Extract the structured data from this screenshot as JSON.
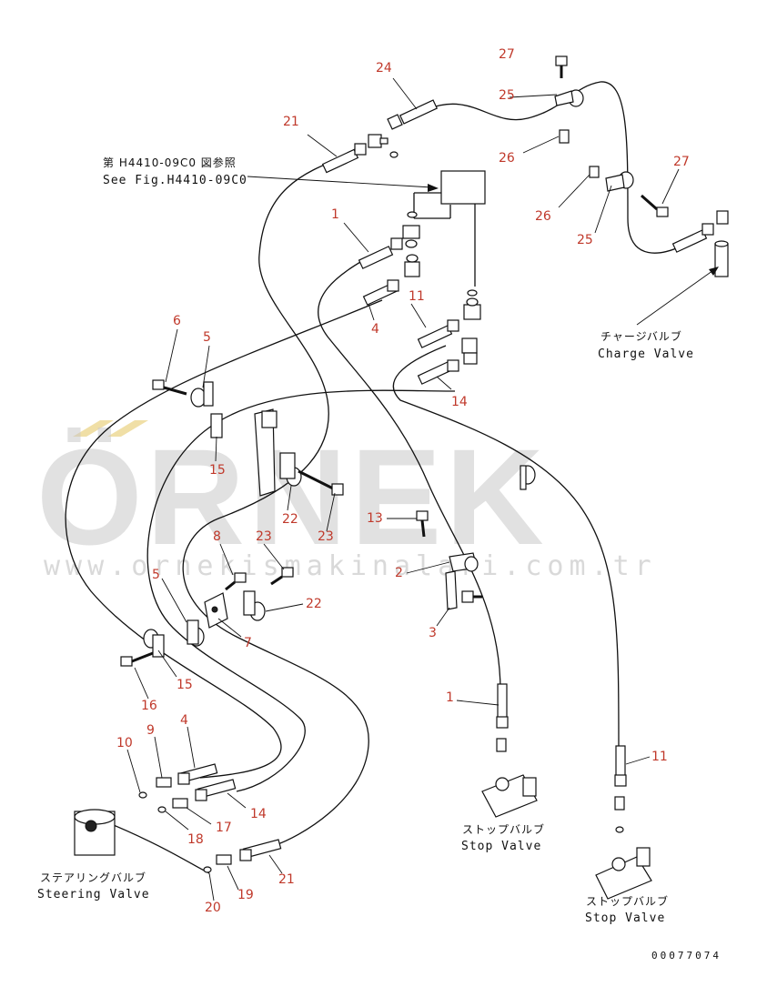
{
  "watermark": {
    "brand": "ÖRNEK",
    "url": "www.ornekismakinalari.com.tr"
  },
  "reference_note": {
    "jp": "第 H4410-09C0 図参照",
    "en": "See Fig.H4410-09C0"
  },
  "callouts": [
    {
      "id": "c24",
      "text": "24"
    },
    {
      "id": "c27a",
      "text": "27"
    },
    {
      "id": "c25a",
      "text": "25"
    },
    {
      "id": "c26a",
      "text": "26"
    },
    {
      "id": "c27b",
      "text": "27"
    },
    {
      "id": "c26b",
      "text": "26"
    },
    {
      "id": "c25b",
      "text": "25"
    },
    {
      "id": "c21a",
      "text": "21"
    },
    {
      "id": "c1a",
      "text": "1"
    },
    {
      "id": "c11a",
      "text": "11"
    },
    {
      "id": "c4a",
      "text": "4"
    },
    {
      "id": "c6",
      "text": "6"
    },
    {
      "id": "c5a",
      "text": "5"
    },
    {
      "id": "c14a",
      "text": "14"
    },
    {
      "id": "c15a",
      "text": "15"
    },
    {
      "id": "c22a",
      "text": "22"
    },
    {
      "id": "c23a",
      "text": "23"
    },
    {
      "id": "c13",
      "text": "13"
    },
    {
      "id": "c8",
      "text": "8"
    },
    {
      "id": "c23b",
      "text": "23"
    },
    {
      "id": "c2",
      "text": "2"
    },
    {
      "id": "c5b",
      "text": "5"
    },
    {
      "id": "c22b",
      "text": "22"
    },
    {
      "id": "c7",
      "text": "7"
    },
    {
      "id": "c3",
      "text": "3"
    },
    {
      "id": "c15b",
      "text": "15"
    },
    {
      "id": "c16",
      "text": "16"
    },
    {
      "id": "c1b",
      "text": "1"
    },
    {
      "id": "c9",
      "text": "9"
    },
    {
      "id": "c4b",
      "text": "4"
    },
    {
      "id": "c10",
      "text": "10"
    },
    {
      "id": "c11b",
      "text": "11"
    },
    {
      "id": "c14b",
      "text": "14"
    },
    {
      "id": "c17",
      "text": "17"
    },
    {
      "id": "c18",
      "text": "18"
    },
    {
      "id": "c21b",
      "text": "21"
    },
    {
      "id": "c19",
      "text": "19"
    },
    {
      "id": "c20",
      "text": "20"
    }
  ],
  "components": {
    "charge_valve": {
      "jp": "チャージバルブ",
      "en": "Charge Valve"
    },
    "stop_valve_1": {
      "jp": "ストップバルブ",
      "en": "Stop Valve"
    },
    "stop_valve_2": {
      "jp": "ストップバルブ",
      "en": "Stop Valve"
    },
    "steering_valve": {
      "jp": "ステアリングバルブ",
      "en": "Steering Valve"
    }
  },
  "document_number": "00077074"
}
